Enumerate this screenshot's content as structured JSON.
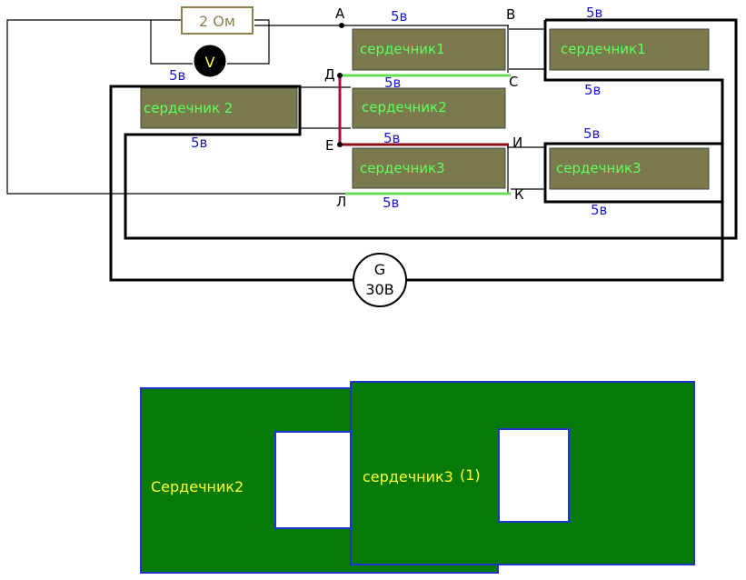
{
  "colors": {
    "core_fill": "#7a7a4c",
    "core_text": "#5cff5c",
    "volt_text": "#1a1acc",
    "green_wire": "#66dd55",
    "red_wire": "#a8103a",
    "dark_red_wire": "#8c1010",
    "resistor_border": "#8c8050",
    "resistor_text": "#8c8050",
    "voltmeter_fill": "#000000",
    "voltmeter_text": "#ffff55",
    "plate_fill": "#067a06",
    "plate_border": "#2233cc",
    "plate_text": "#ffff33"
  },
  "resistor": {
    "label": "2 Ом"
  },
  "voltmeter": {
    "label": "V"
  },
  "generator": {
    "label_top": "G",
    "label_bottom": "30В"
  },
  "points": {
    "A": "А",
    "B": "В",
    "C": "С",
    "D": "Д",
    "E": "Е",
    "I": "И",
    "K": "К",
    "L": "Л"
  },
  "cores": {
    "c1_left": "сердечник1",
    "c1_right": "сердечник1",
    "c2_left": "сердечник 2",
    "c2_mid": "сердечник2",
    "c3_mid": "сердечник3",
    "c3_right": "сердечник3"
  },
  "voltages": {
    "v_ab": "5в",
    "v_top_right": "5в",
    "v_voltmeter": "5в",
    "v_dc": "5в",
    "v_right_mid": "5в",
    "v_left": "5в",
    "v_ei": "5в",
    "v_right_c3": "5в",
    "v_lk": "5в",
    "v_bottom_right": "5в"
  },
  "plates": {
    "left_label": "Сердечник2",
    "right_label": "сердечник3",
    "right_suffix": "(1)"
  }
}
